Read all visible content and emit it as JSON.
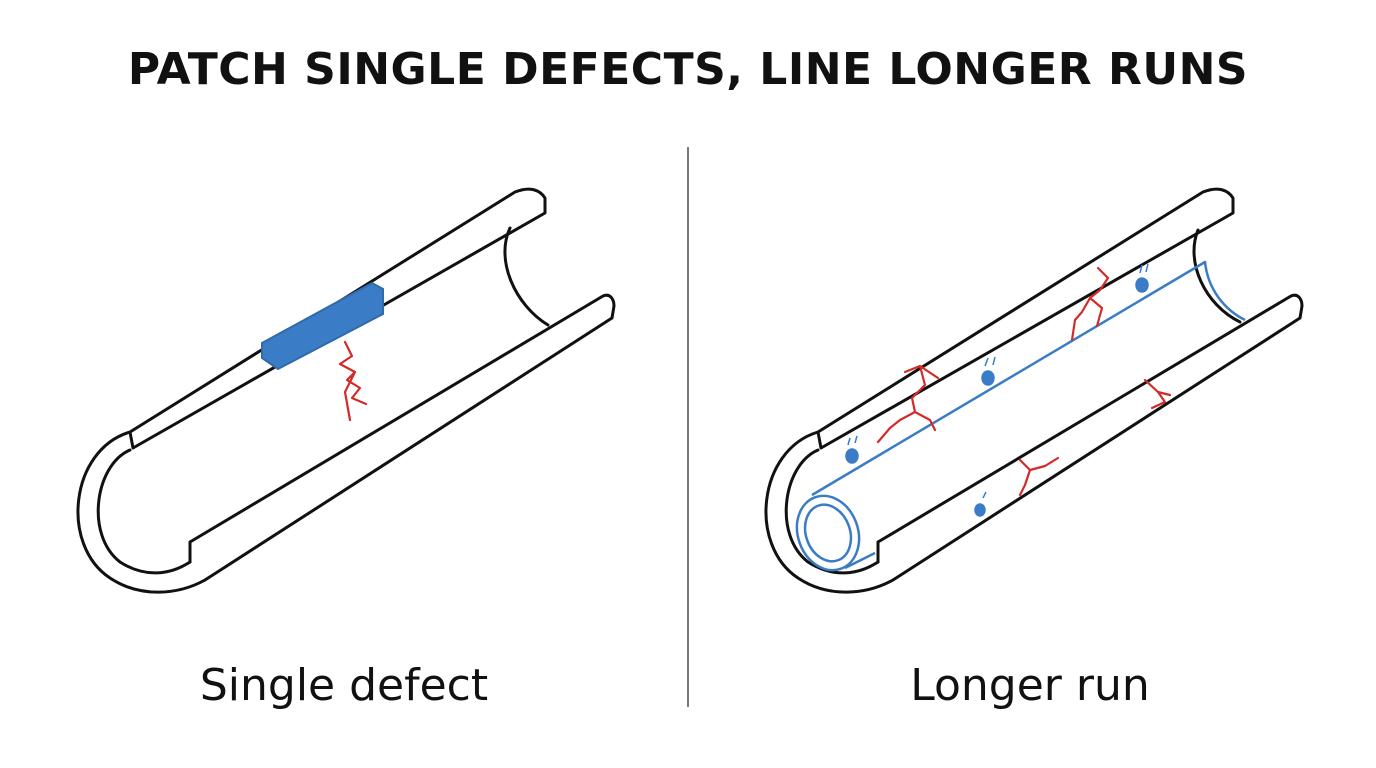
{
  "title": "PATCH SINGLE DEFECTS, LINE LONGER RUNS",
  "panels": [
    {
      "label": "Single defect"
    },
    {
      "label": "Longer run"
    }
  ],
  "colors": {
    "outline": "#111111",
    "patch": "#3a7cc5",
    "liner": "#3a7cc5",
    "crack": "#d42a2a",
    "divider": "#7a7a7a"
  }
}
